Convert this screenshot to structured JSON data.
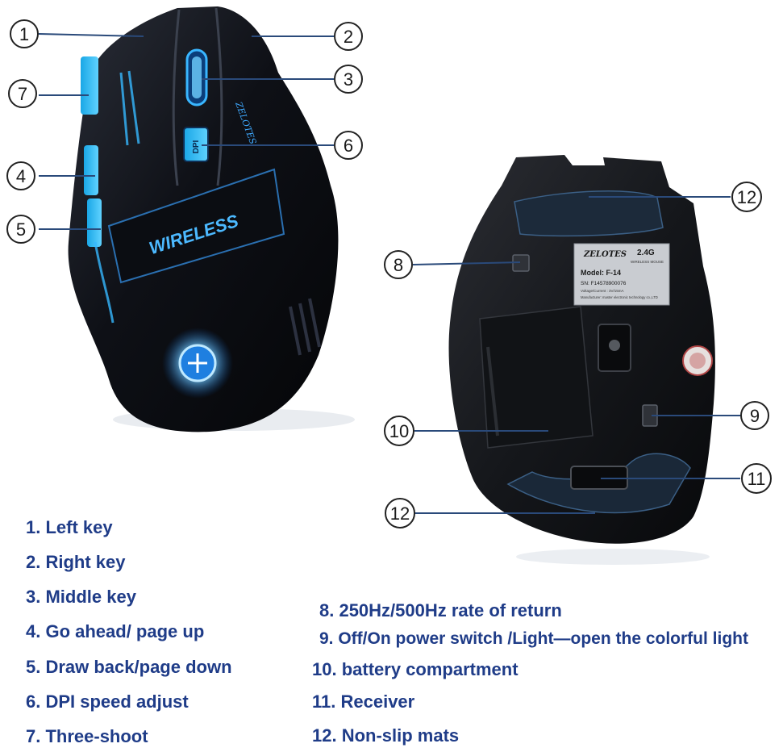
{
  "product": {
    "label_text": "WIRELESS",
    "dpi_label": "DPI",
    "brand_mark": "ZELOTES"
  },
  "bottom_label": {
    "brand": "ZELOTES",
    "band": "2.4G",
    "band_caption": "WIRELESS MOUSE",
    "model": "Model: F-14",
    "serial": "SN: F14578900076",
    "voltage": "Voltage/Current : 3V/15mA",
    "manufacturer": "Manufacturer: master electronic technology co.,LTD"
  },
  "callouts": {
    "c1": "1",
    "c2": "2",
    "c3": "3",
    "c4": "4",
    "c5": "5",
    "c6": "6",
    "c7": "7",
    "c8": "8",
    "c9": "9",
    "c10": "10",
    "c11": "11",
    "c12a": "12",
    "c12b": "12"
  },
  "legend": {
    "i1": "1. Left key",
    "i2": "2. Right key",
    "i3": "3. Middle key",
    "i4": "4. Go ahead/ page up",
    "i5": "5. Draw back/page down",
    "i6": "6. DPI speed adjust",
    "i7": "7. Three-shoot",
    "i8": "8. 250Hz/500Hz rate of return",
    "i9": "9. Off/On power switch /Light—open the colorful light",
    "i10": "10. battery compartment",
    "i11": "11. Receiver",
    "i12": "12. Non-slip mats"
  },
  "colors": {
    "legend_text": "#1f3c88",
    "leader_line": "#2a4a7a",
    "glow": "#36b8ff",
    "mouse_body": "#0d0f14"
  }
}
